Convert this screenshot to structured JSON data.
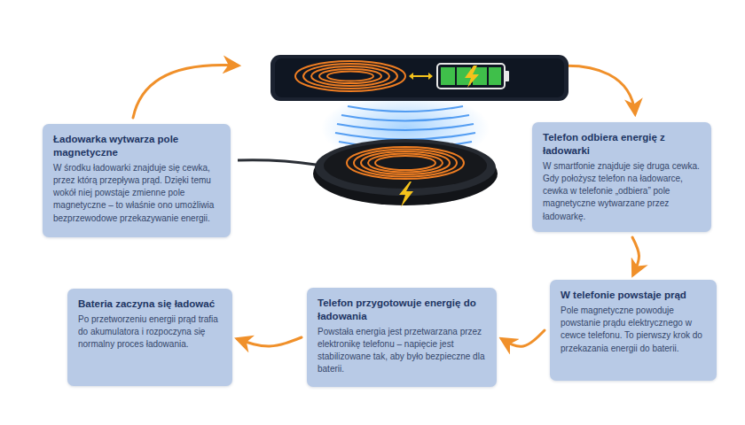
{
  "diagram": {
    "nodes": [
      {
        "text": [
          "Ładowarka wytwarza pole magnetyczne",
          "W środku ładowarki znajduje się cewka, przez którą przepływa prąd. Dzięki temu wokół niej powstaje zmienne pole magnetyczne – to właśnie ono umożliwia bezprzewodowe przekazywanie energii."
        ]
      },
      {
        "text": [
          "Telefon odbiera energię z ładowarki",
          "W smartfonie znajduje się druga cewka. Gdy położysz telefon na ładowarce, cewka w telefonie „odbiera” pole magnetyczne wytwarzane przez ładowarkę."
        ]
      },
      {
        "text": [
          "W telefonie powstaje prąd",
          "Pole magnetyczne powoduje powstanie prądu elektrycznego w cewce telefonu. To pierwszy krok do przekazania energii do baterii."
        ]
      },
      {
        "text": [
          "Telefon przygotowuje energię do ładowania",
          "Powstała energia jest przetwarzana przez elektronikę telefonu – napięcie jest stabilizowane tak, aby było bezpieczne dla baterii."
        ]
      },
      {
        "text": [
          "Bateria zaczyna się ładować",
          "Po przetworzeniu energii prąd trafia do akumulatora i rozpoczyna się normalny proces ładowania."
        ]
      }
    ],
    "edges": [
      {
        "from": 1,
        "to": 2,
        "arrow": "to"
      },
      {
        "from": 2,
        "to": 3,
        "arrow": "to"
      },
      {
        "from": 3,
        "to": 4,
        "arrow": "to"
      }
    ]
  }
}
